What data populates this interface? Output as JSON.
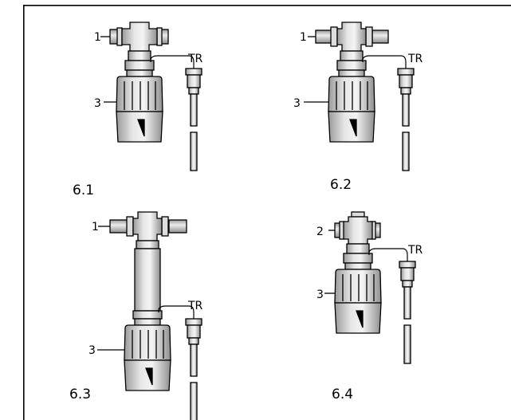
{
  "panels": [
    {
      "id": "6.1",
      "label": "6.1",
      "part_label": "1",
      "bulb_label": "TR",
      "knob_label": "3"
    },
    {
      "id": "6.2",
      "label": "6.2",
      "part_label": "1",
      "bulb_label": "TR",
      "knob_label": "3"
    },
    {
      "id": "6.3",
      "label": "6.3",
      "part_label": "1",
      "bulb_label": "TR",
      "knob_label": "3"
    },
    {
      "id": "6.4",
      "label": "6.4",
      "part_label": "2",
      "bulb_label": "TR",
      "knob_label": "3"
    }
  ],
  "colors": {
    "fill_light": "#eeeeee",
    "fill_mid": "#d6d6d6",
    "fill_dark": "#bdbdbd",
    "line": "#000000"
  }
}
